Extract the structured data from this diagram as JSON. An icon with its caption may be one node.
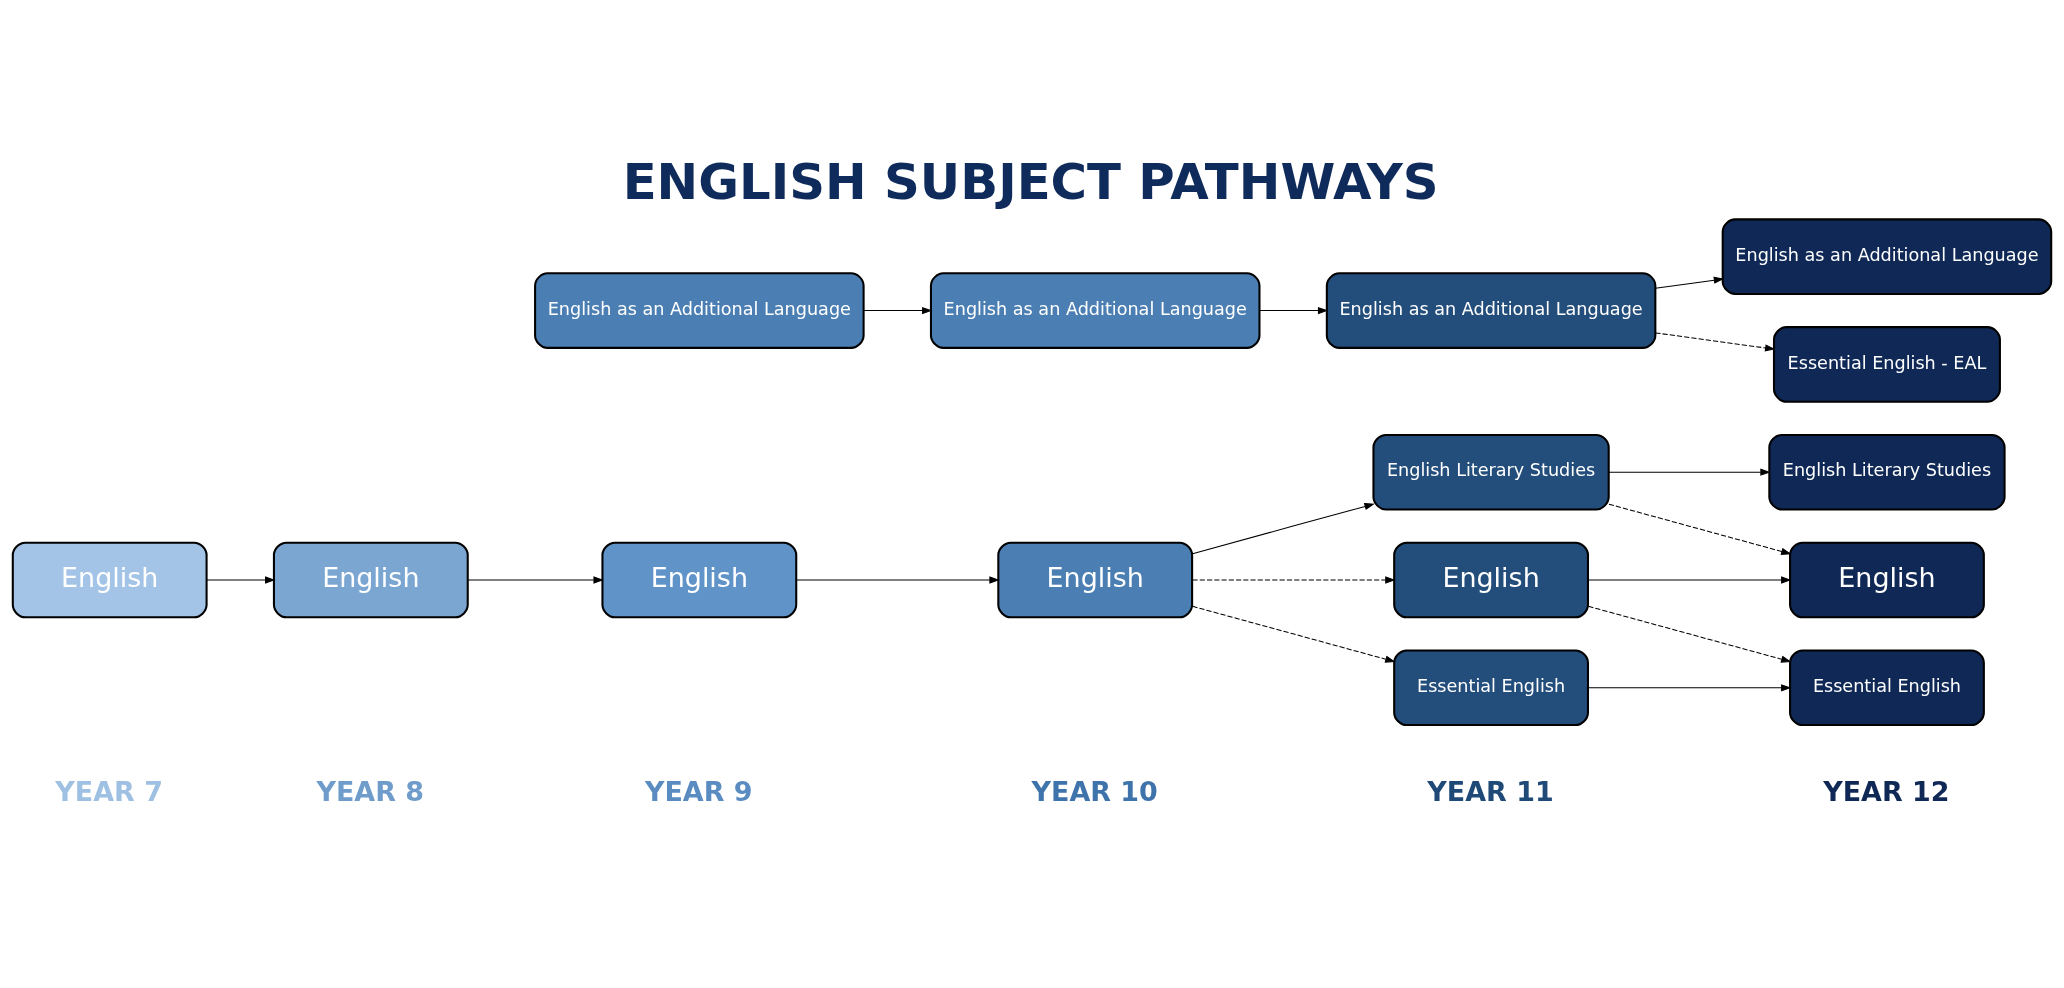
{
  "diagram": {
    "title": "ENGLISH SUBJECT PATHWAYS",
    "nodes": [
      {
        "text": [
          "English"
        ]
      },
      {
        "text": [
          "English"
        ]
      },
      {
        "text": [
          "English"
        ]
      },
      {
        "text": [
          "English"
        ]
      },
      {
        "text": [
          "English Literary Studies"
        ]
      },
      {
        "text": [
          "English Literary Studies"
        ]
      },
      {
        "text": [
          "English"
        ]
      },
      {
        "text": [
          "English"
        ]
      },
      {
        "text": [
          "Essential English"
        ]
      },
      {
        "text": [
          "Essential English"
        ]
      },
      {
        "text": [
          "English as an Additional Language"
        ]
      },
      {
        "text": [
          "English as an Additional Language"
        ]
      },
      {
        "text": [
          "English as an Additional Language"
        ]
      },
      {
        "text": [
          "English as an Additional Language"
        ]
      },
      {
        "text": [
          "Essential English - EAL"
        ]
      }
    ],
    "edges": [
      {
        "from": 0,
        "to": 1,
        "arrow": "to"
      },
      {
        "from": 1,
        "to": 2,
        "arrow": "to"
      },
      {
        "from": 2,
        "to": 3,
        "arrow": "to"
      },
      {
        "from": 3,
        "to": 4,
        "arrow": "to"
      },
      {
        "from": 3,
        "to": 6,
        "arrow": "to",
        "style": "dashed"
      },
      {
        "from": 3,
        "to": 8,
        "arrow": "to",
        "style": "dashed"
      },
      {
        "from": 4,
        "to": 5,
        "arrow": "to"
      },
      {
        "from": 4,
        "to": 7,
        "arrow": "to",
        "style": "dashed"
      },
      {
        "from": 6,
        "to": 7,
        "arrow": "to"
      },
      {
        "from": 6,
        "to": 9,
        "arrow": "to",
        "style": "dashed"
      },
      {
        "from": 8,
        "to": 9,
        "arrow": "to"
      },
      {
        "from": 10,
        "to": 11,
        "arrow": "to"
      },
      {
        "from": 11,
        "to": 12,
        "arrow": "to"
      },
      {
        "from": 12,
        "to": 13,
        "arrow": "to"
      },
      {
        "from": 12,
        "to": 14,
        "arrow": "to",
        "style": "dashed"
      }
    ],
    "labels": [
      "YEAR 7",
      "YEAR 8",
      "YEAR 9",
      "YEAR 10",
      "YEAR 11",
      "YEAR 12"
    ]
  }
}
